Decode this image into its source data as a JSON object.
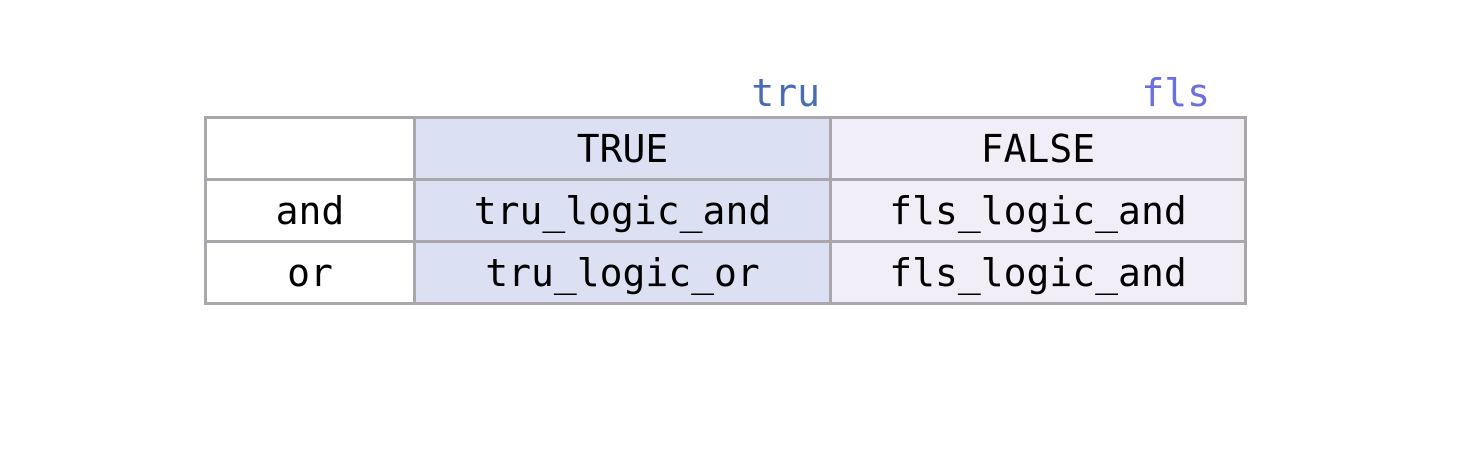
{
  "column_labels": {
    "true_label": "tru",
    "false_label": "fls"
  },
  "table": {
    "header": [
      "",
      "TRUE",
      "FALSE"
    ],
    "rows": [
      {
        "op": "and",
        "true_cell": "tru_logic_and",
        "false_cell": "fls_logic_and"
      },
      {
        "op": "or",
        "true_cell": "tru_logic_or",
        "false_cell": "fls_logic_and"
      }
    ]
  },
  "colors": {
    "true_label": "#4a6cb5",
    "false_label": "#6b6fe0",
    "true_column_fill": "#dbe1f2",
    "false_column_fill": "#f1eef8",
    "grid_border": "#a9a7ab"
  }
}
